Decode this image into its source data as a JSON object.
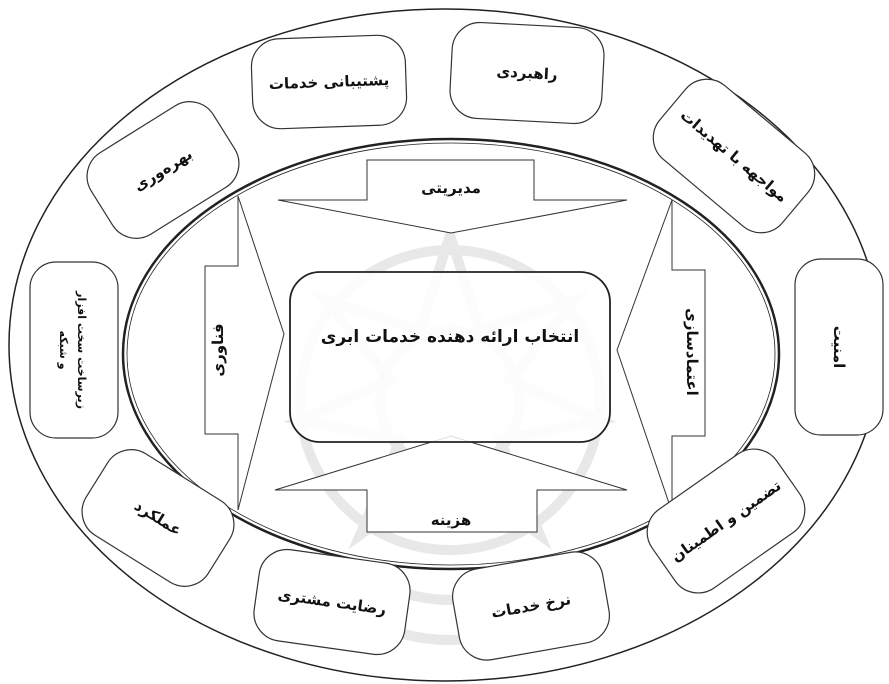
{
  "diagram": {
    "center_label": "انتخاب ارائه دهنده خدمات ابری",
    "arrows": {
      "top": "مدیریتی",
      "left": "فناوری",
      "right": "اعتمادسازی",
      "bottom": "هزینه"
    },
    "outer_boxes": {
      "strategic": "راهبردی",
      "service_support": "پشتیبانی خدمات",
      "productivity": "بهره‌وری",
      "infrastructure_line1": "زیرساخت سخت افزار",
      "infrastructure_line2": "و شبکه",
      "performance": "عملکرد",
      "customer_satisfaction": "رضایت مشتری",
      "service_rates": "نرخ خدمات",
      "assurance": "تضمین و اطمینان",
      "security": "امنیت",
      "threat_handling": "مواجهه با تهدیدات"
    },
    "colors": {
      "stroke": "#222222",
      "fill": "#ffffff",
      "text": "#111111",
      "watermark": "#e4e4e4"
    }
  }
}
